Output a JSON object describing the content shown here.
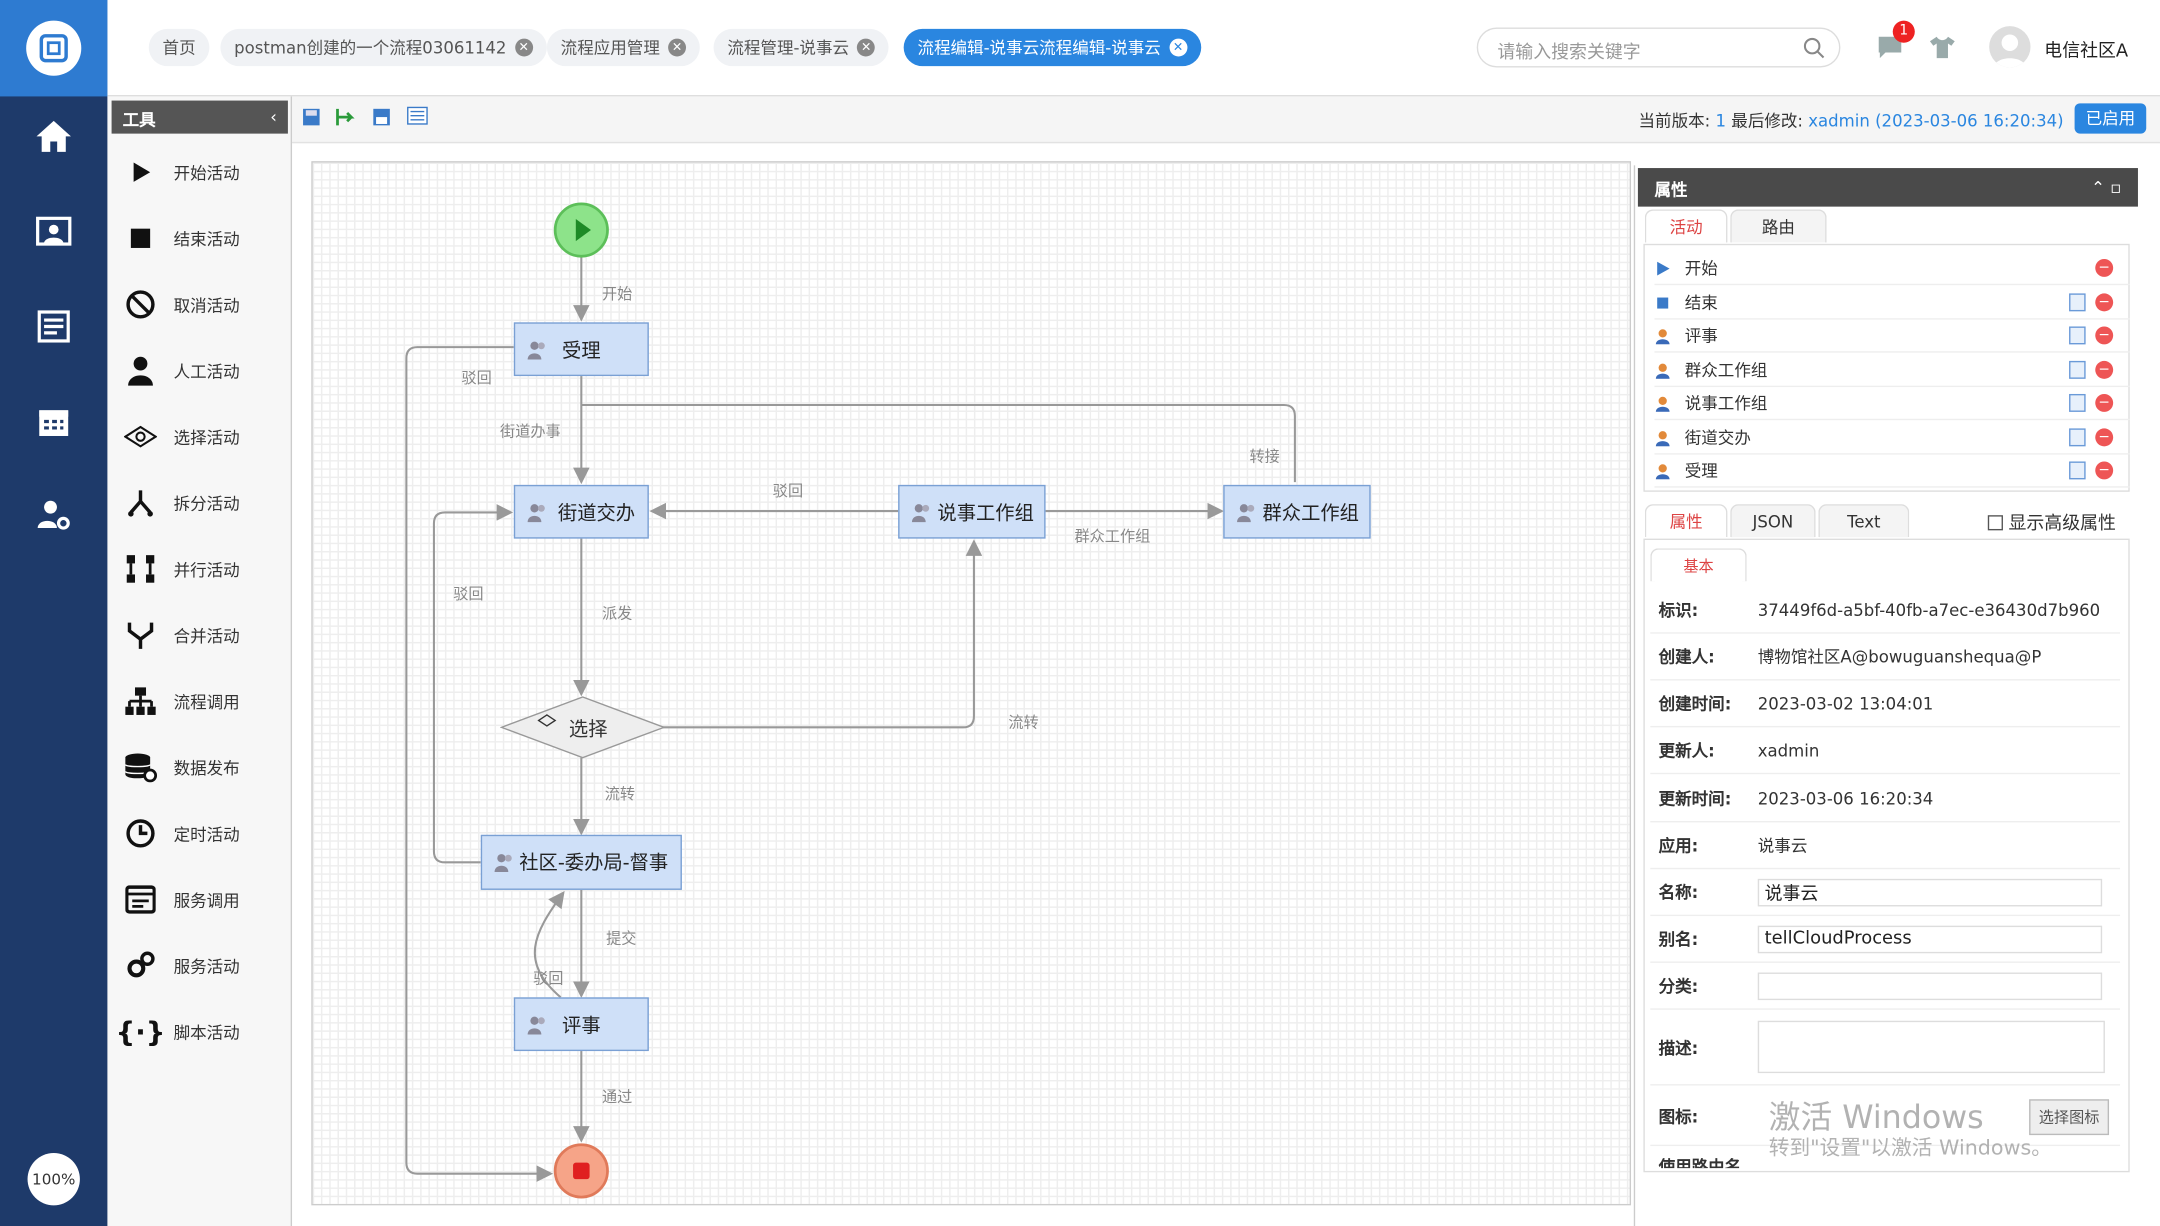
{
  "app": {
    "zoom": "100%"
  },
  "tabs": [
    {
      "label": "首页"
    },
    {
      "label": "postman创建的一个流程03061142"
    },
    {
      "label": "流程应用管理"
    },
    {
      "label": "流程管理-说事云"
    },
    {
      "label": "流程编辑-说事云"
    }
  ],
  "header": {
    "search_placeholder": "请输入搜索关键字",
    "badge": "1",
    "user": "电信社区A"
  },
  "status": {
    "version_label": "当前版本:",
    "version": "1",
    "modified_label": "最后修改:",
    "modified": "xadmin (2023-03-06 16:20:34)",
    "state": "已启用"
  },
  "tools": {
    "title": "工具",
    "items": [
      "开始活动",
      "结束活动",
      "取消活动",
      "人工活动",
      "选择活动",
      "拆分活动",
      "并行活动",
      "合并活动",
      "流程调用",
      "数据发布",
      "定时活动",
      "服务调用",
      "服务活动",
      "脚本活动"
    ]
  },
  "flow": {
    "nodes": {
      "accept": "受理",
      "street": "街道交办",
      "talk": "说事工作组",
      "mass": "群众工作组",
      "choice": "选择",
      "community": "社区-委办局-督事",
      "review": "评事"
    },
    "edges": {
      "start": "开始",
      "reject1": "驳回",
      "street_handle": "街道办事",
      "transfer": "转接",
      "reject2": "驳回",
      "mass_group": "群众工作组",
      "reject3": "驳回",
      "dispatch": "派发",
      "flow1": "流转",
      "flow2": "流转",
      "submit": "提交",
      "reject4": "驳回",
      "pass": "通过"
    }
  },
  "props": {
    "title": "属性",
    "tabs": [
      "活动",
      "路由"
    ],
    "activities": [
      "开始",
      "结束",
      "评事",
      "群众工作组",
      "说事工作组",
      "街道交办",
      "受理"
    ],
    "subtabs": [
      "属性",
      "JSON",
      "Text"
    ],
    "advanced": "显示高级属性",
    "section": "基本",
    "fields": [
      {
        "label": "标识:",
        "value": "37449f6d-a5bf-40fb-a7ec-e36430d7b960"
      },
      {
        "label": "创建人:",
        "value": "博物馆社区A@bowuguanshequa@P"
      },
      {
        "label": "创建时间:",
        "value": "2023-03-02 13:04:01"
      },
      {
        "label": "更新人:",
        "value": "xadmin"
      },
      {
        "label": "更新时间:",
        "value": "2023-03-06 16:20:34"
      },
      {
        "label": "应用:",
        "value": "说事云"
      }
    ],
    "name_label": "名称:",
    "name": "说事云",
    "alias_label": "别名:",
    "alias": "tellCloudProcess",
    "cat_label": "分类:",
    "desc_label": "描述:",
    "icon_label": "图标:",
    "icon_btn": "选择图标",
    "cut_label": "使用路由名"
  },
  "watermark": {
    "line1": "激活 Windows",
    "line2": "转到\"设置\"以激活 Windows。"
  }
}
